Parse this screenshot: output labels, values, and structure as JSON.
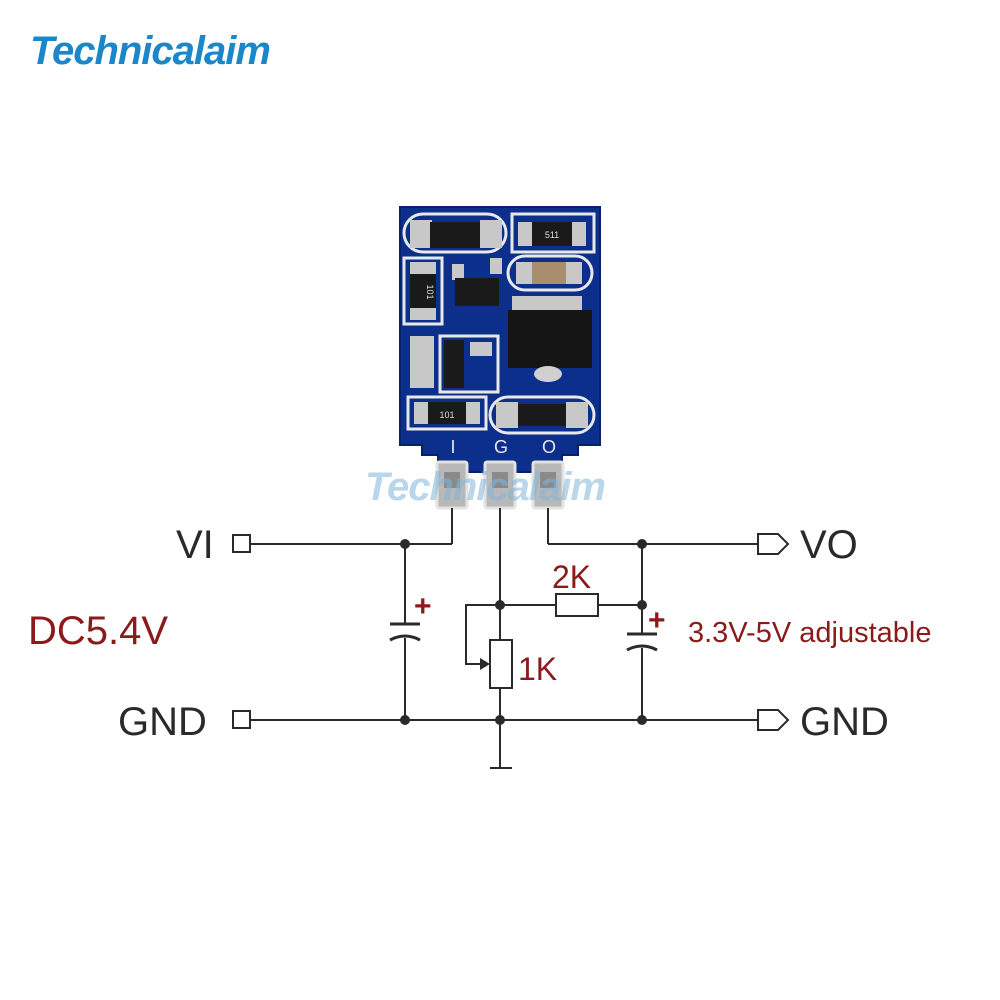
{
  "logo": {
    "text": "Technicalaim",
    "color": "#1b87c9"
  },
  "watermark": {
    "text": "Technicalaim",
    "color": "#7fb4d8"
  },
  "board": {
    "pin_labels": [
      "I",
      "G",
      "O"
    ],
    "resistor_codes": [
      "511",
      "101",
      "101"
    ],
    "pcb_color": "#0c2f8c"
  },
  "schematic": {
    "input_label": "VI",
    "input_gnd_label": "GND",
    "output_label": "VO",
    "output_gnd_label": "GND",
    "input_voltage": "DC5.4V",
    "output_range": "3.3V-5V adjustable",
    "resistor_fixed": "2K",
    "potentiometer": "1K",
    "cap_polarity": "+",
    "wire_color": "#2a2a2a",
    "accent_color": "#8b1a1a"
  }
}
